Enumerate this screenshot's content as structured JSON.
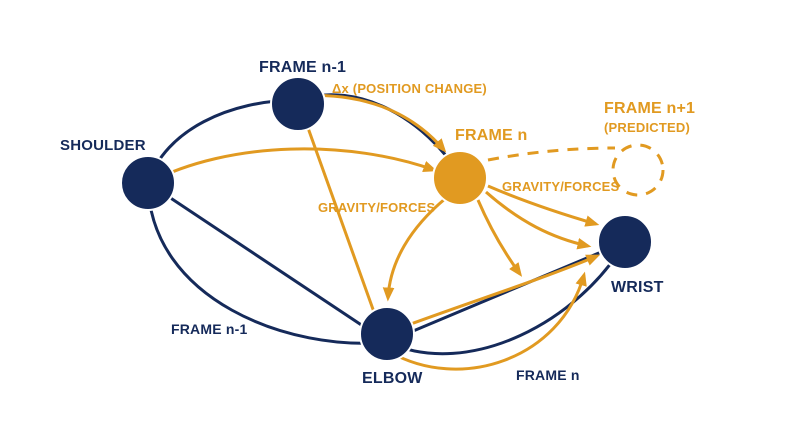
{
  "nodes": {
    "shoulder": "SHOULDER",
    "frame_prev": "FRAME n-1",
    "frame_curr": "FRAME n",
    "frame_next_line1": "FRAME n+1",
    "frame_next_line2": "(PREDICTED)",
    "elbow": "ELBOW",
    "wrist": "WRIST"
  },
  "edge_labels": {
    "position_change": "Δx (POSITION CHANGE)",
    "gravity_left": "GRAVITY/FORCES",
    "gravity_right": "GRAVITY/FORCES",
    "frame_prev_bottom": "FRAME n-1",
    "frame_curr_bottom": "FRAME n"
  },
  "colors": {
    "navy": "#152a5a",
    "gold": "#e19a21"
  }
}
